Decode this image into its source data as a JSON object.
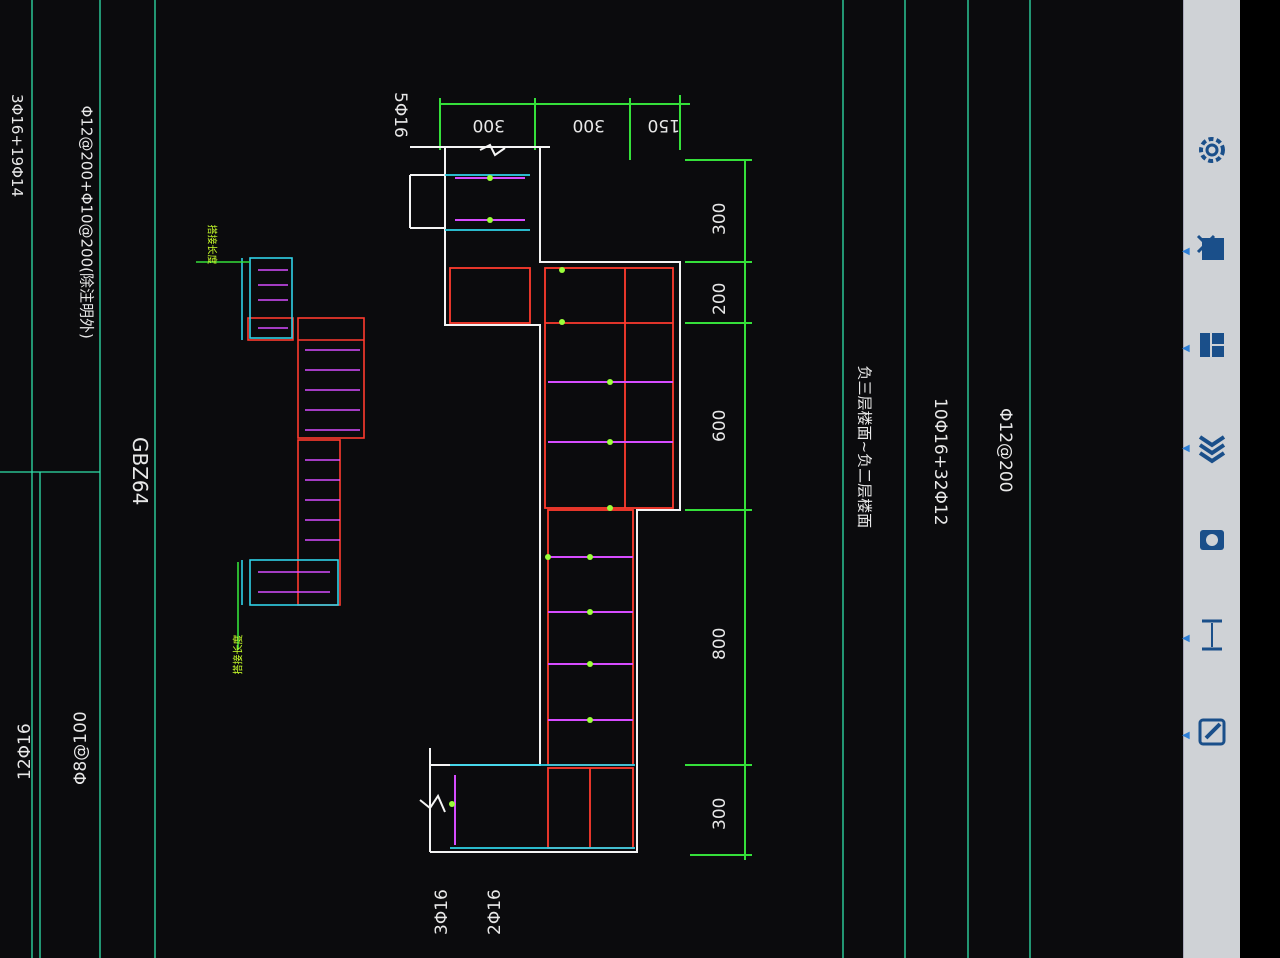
{
  "top_table": {
    "left_rebar_1": "12Φ16",
    "left_rebar_2": "Φ8@100",
    "top_rebar_1": "3Φ16+19Φ14",
    "top_rebar_2": "Φ12@200+Φ10@200(除注明外)"
  },
  "section": {
    "id": "GBZ64",
    "elevation_range": "负三层楼面~负二层楼面",
    "longitudinal": "10Φ16+32Φ12",
    "stirrups": "Φ12@200",
    "top_callout": "5Φ16",
    "bottom_callout_1": "3Φ16",
    "bottom_callout_2": "2Φ16",
    "top_dims": [
      "300",
      "300",
      "150"
    ],
    "right_dims": [
      "300",
      "200",
      "600",
      "800",
      "300"
    ],
    "small_label_1": "搭接长度",
    "small_label_2": "搭接长度"
  },
  "toolbar": {
    "icons": [
      "settings-icon",
      "pen-tools-icon",
      "panels-icon",
      "layers-icon",
      "camera-icon",
      "measure-icon",
      "annotate-icon"
    ]
  },
  "colors": {
    "background": "#0b0b0d",
    "grid_line": "#2fe0a8",
    "text": "#e8e8e8",
    "outline": "#f4f4f4",
    "dim_line": "#35e03a",
    "stirrup_red": "#ff3b2e",
    "tie_magenta": "#d64cff",
    "cyan": "#2fd3e8",
    "dot_green": "#9bff3a",
    "toolbar_bg": "#cfd2d6",
    "icon_blue": "#1a4f8a"
  }
}
